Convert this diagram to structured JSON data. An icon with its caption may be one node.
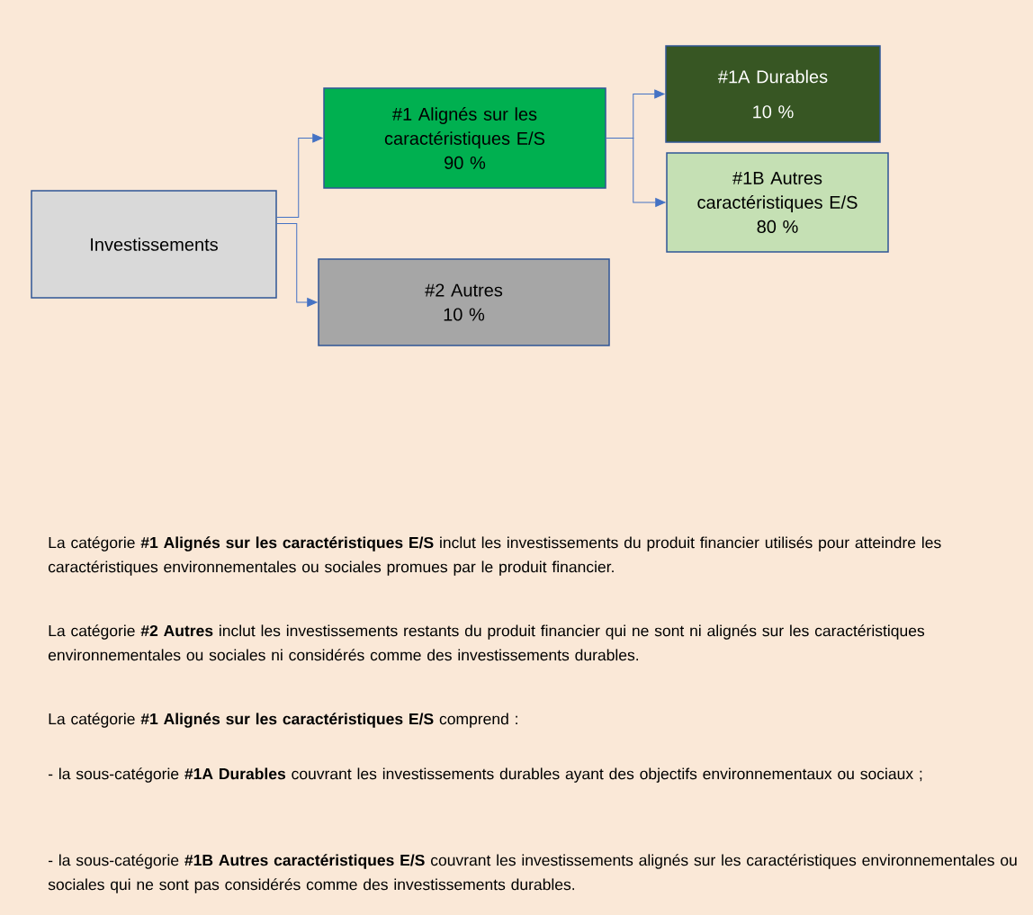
{
  "diagram": {
    "nodes": [
      {
        "text": [
          "Investissements"
        ]
      },
      {
        "text": [
          "#1 Alignés sur les caractéristiques E/S",
          "90 %"
        ]
      },
      {
        "text": [
          "#2 Autres",
          "10 %"
        ]
      },
      {
        "text": [
          "#1A Durables",
          "10 %"
        ]
      },
      {
        "text": [
          "#1B Autres caractéristiques E/S",
          "80 %"
        ]
      }
    ],
    "edges": [
      {
        "from": 0,
        "to": 1,
        "arrow": "to"
      },
      {
        "from": 0,
        "to": 2,
        "arrow": "to"
      },
      {
        "from": 1,
        "to": 3,
        "arrow": "to"
      },
      {
        "from": 1,
        "to": 4,
        "arrow": "to"
      }
    ],
    "labels": [
      "La catégorie **#1 Alignés sur les caractéristiques E/S** inclut les investissements du produit financier utilisés pour atteindre les caractéristiques environnementales ou sociales promues par le produit financier.",
      "La catégorie **#2 Autres** inclut les investissements restants du produit financier qui ne sont ni alignés sur les caractéristiques environnementales ou sociales ni considérés comme des investissements durables.",
      "La catégorie **#1 Alignés sur les caractéristiques E/S** comprend :",
      "- la sous-catégorie **#1A Durables** couvrant les investissements durables ayant des objectifs environnementaux ou sociaux ;",
      "- la sous-catégorie **#1B Autres caractéristiques E/S** couvrant les investissements alignés sur les caractéristiques environnementales ou sociales qui ne sont pas considérés comme des investissements durables."
    ]
  }
}
